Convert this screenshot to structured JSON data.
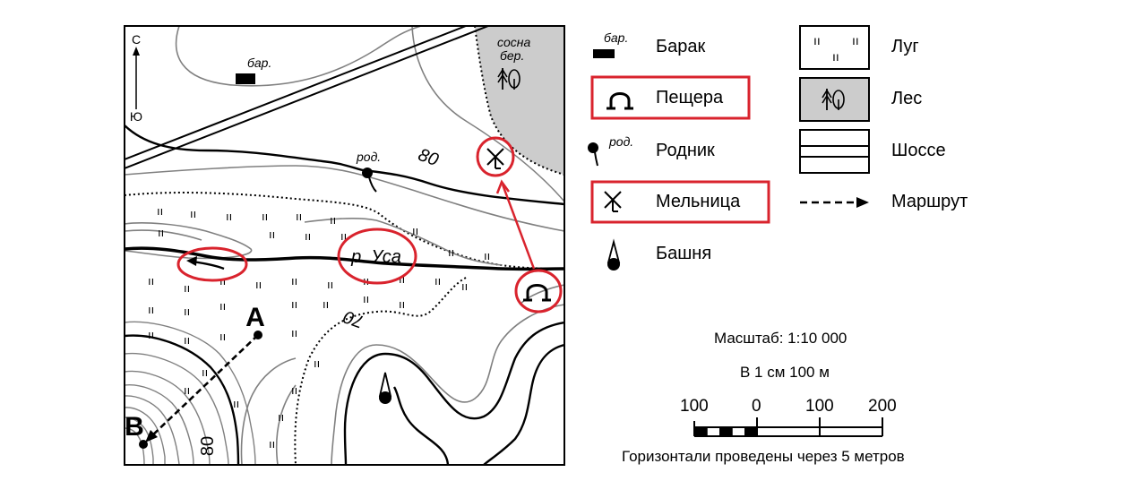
{
  "map": {
    "compass_north": "С",
    "compass_south": "Ю",
    "barak_label": "бар.",
    "forest_label_1": "сосна",
    "forest_label_2": "бер.",
    "spring_label": "род.",
    "contour_80_top": "80",
    "river_label": "р. Уса",
    "contour_70": "70",
    "contour_80_bottom": "80",
    "point_a": "А",
    "point_b": "В"
  },
  "legend": {
    "barak_small": "бар.",
    "barak": "Барак",
    "cave": "Пещера",
    "spring_small": "род.",
    "spring": "Родник",
    "mill": "Мельница",
    "tower": "Башня",
    "meadow": "Луг",
    "forest": "Лес",
    "highway": "Шоссе",
    "route": "Маршрут"
  },
  "scale": {
    "title": "Масштаб: 1:10 000",
    "per_cm": "В 1 см 100 м",
    "ticks": [
      "100",
      "0",
      "100",
      "200"
    ],
    "contour_note": "Горизонтали проведены через 5 метров"
  },
  "highlight_color": "#d9232d",
  "forest_color": "#cccccc"
}
